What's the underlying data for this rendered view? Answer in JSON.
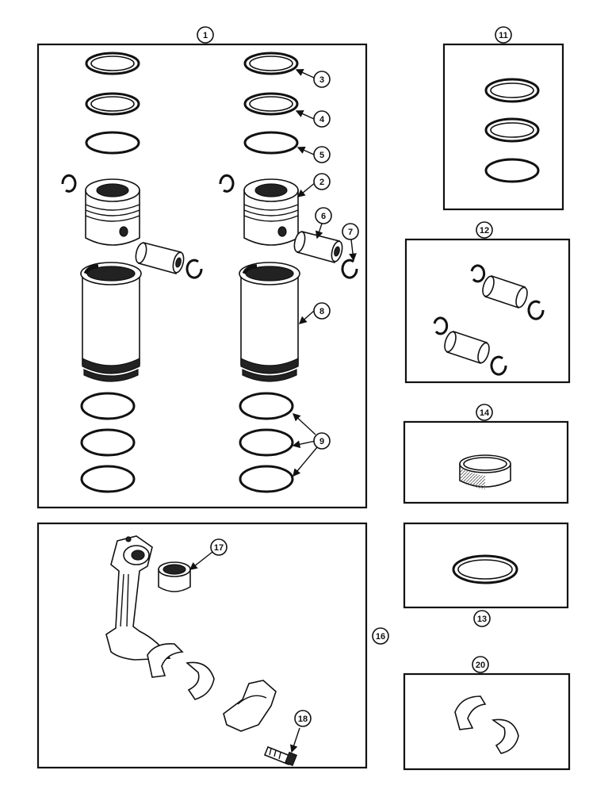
{
  "callouts": {
    "c1": "1",
    "c2": "2",
    "c3": "3",
    "c4": "4",
    "c5": "5",
    "c6": "6",
    "c7": "7",
    "c8": "8",
    "c9": "9",
    "c11": "11",
    "c12": "12",
    "c13": "13",
    "c14": "14",
    "c16": "16",
    "c17": "17",
    "c18": "18",
    "c20": "20"
  }
}
